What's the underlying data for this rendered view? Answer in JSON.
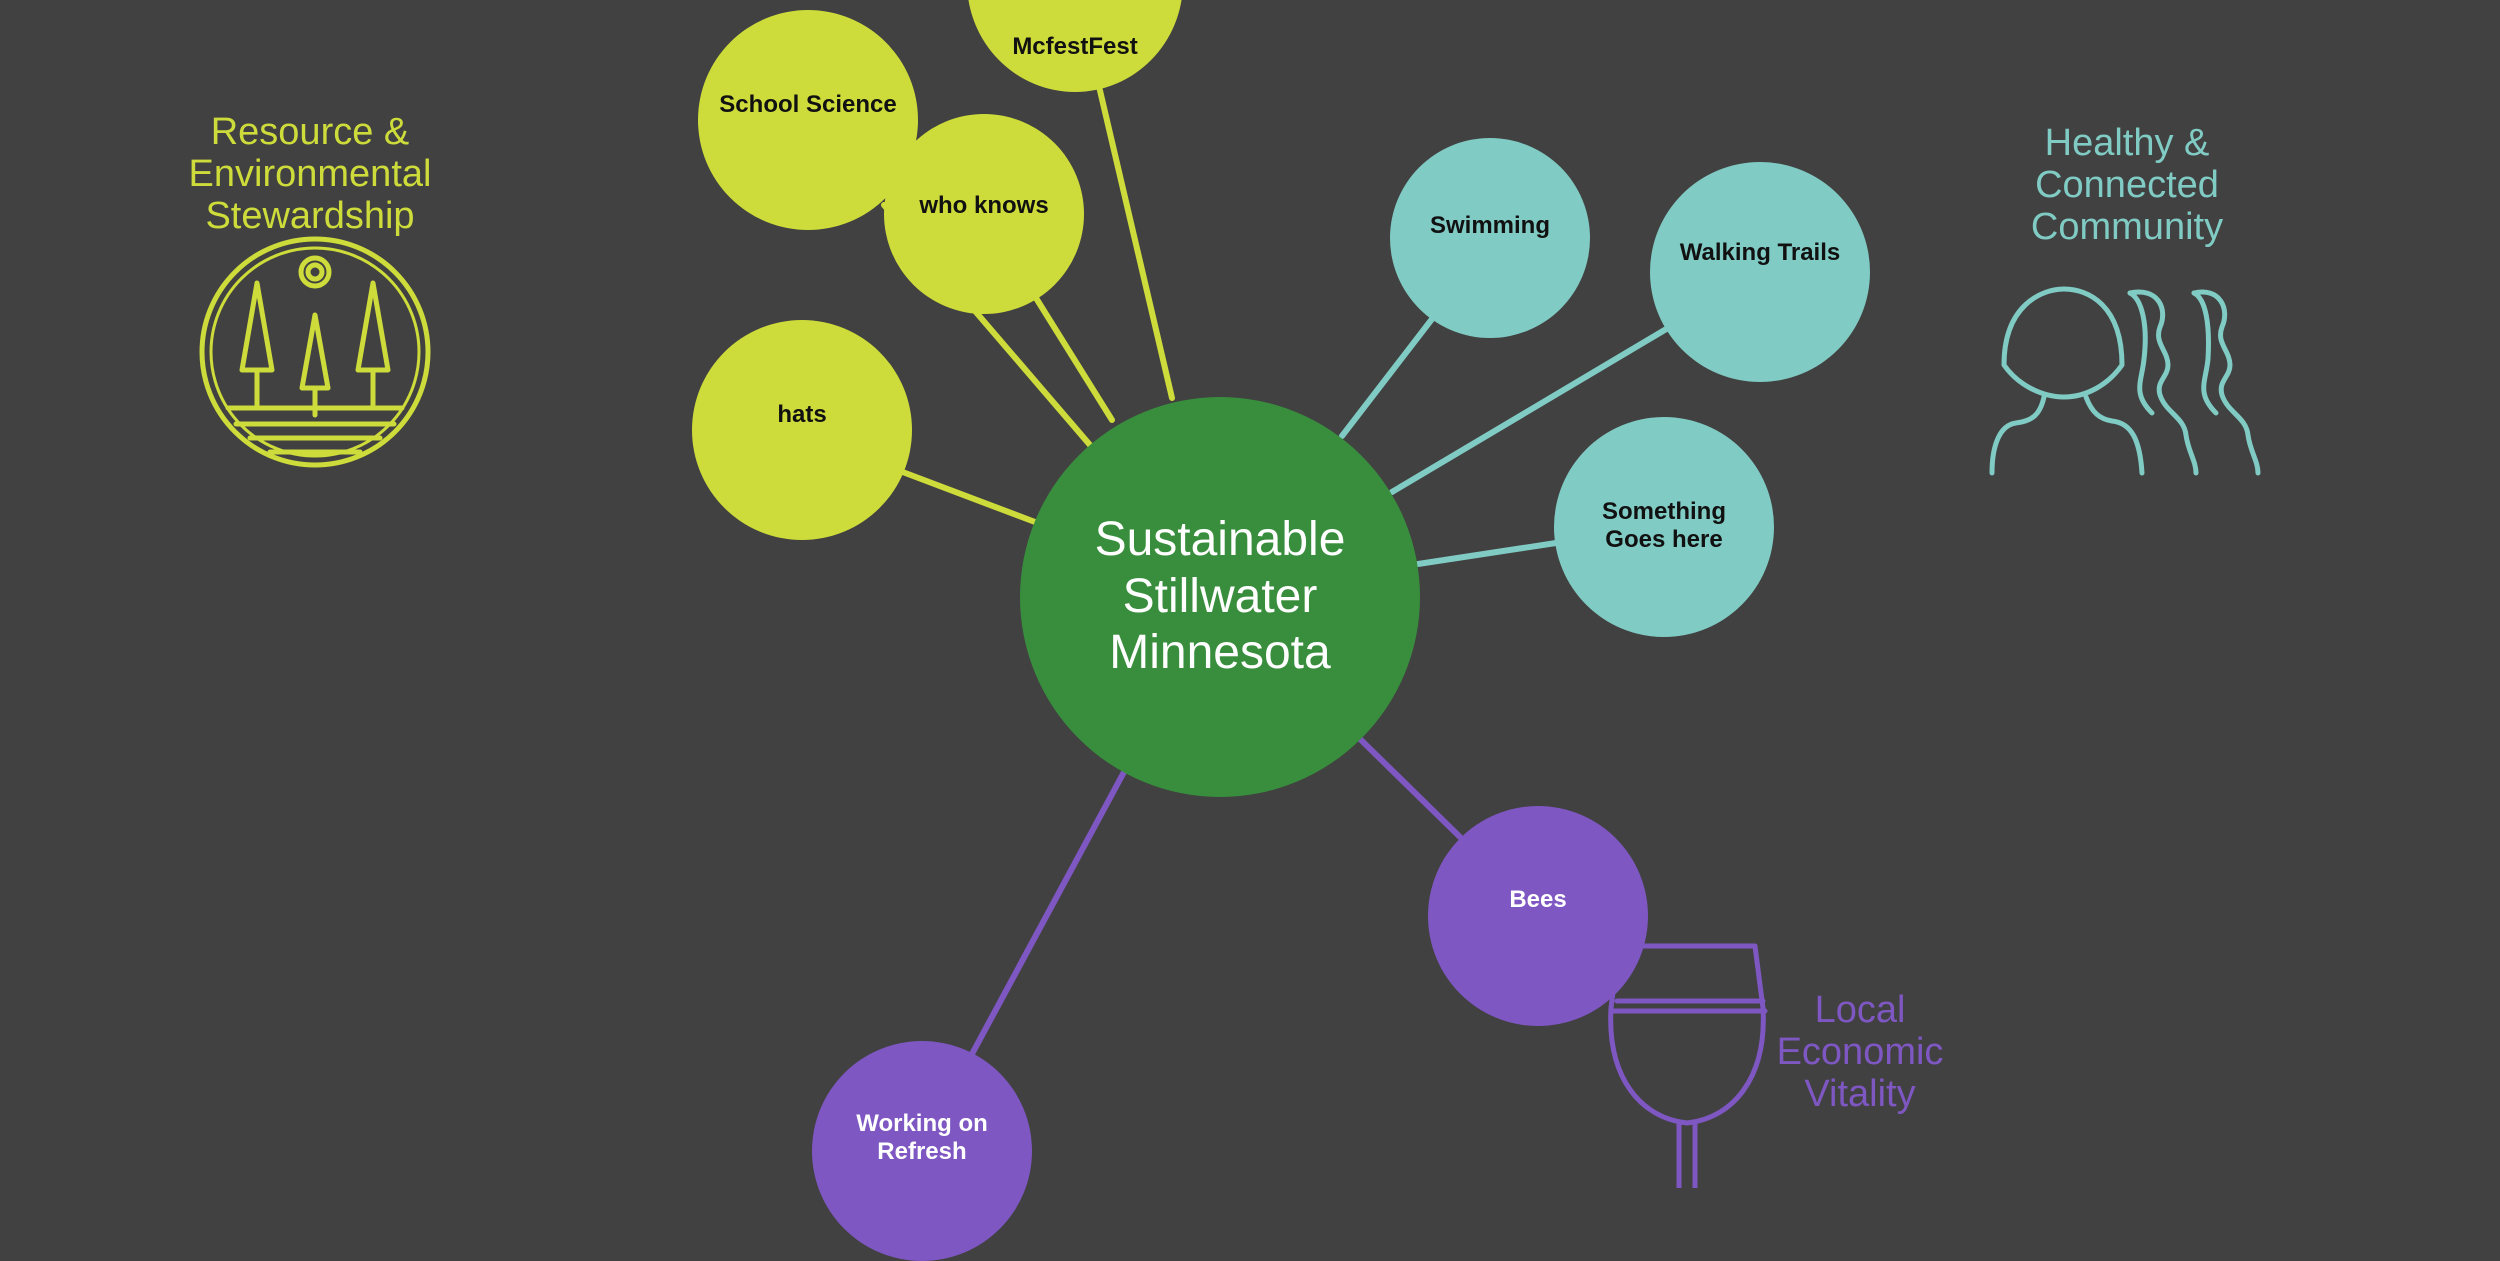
{
  "colors": {
    "background": "#414141",
    "lime": "#cddc3a",
    "teal": "#80cbc4",
    "purple": "#7e57c2",
    "center": "#388e3c"
  },
  "center": {
    "title": "Sustainable\nStillwater\nMinnesota"
  },
  "categories": {
    "resource": {
      "label": "Resource &\nEnvironmental\nStewardship",
      "icon": "forest-badge-icon"
    },
    "healthy": {
      "label": "Healthy &\nConnected\nCommunity",
      "icon": "people-group-icon"
    },
    "economic": {
      "label": "Local\nEconomic\nVitality",
      "icon": "wine-glass-icon"
    }
  },
  "nodes": {
    "mcfestfest": "McfestFest",
    "school_science": "School Science",
    "who_knows": "who knows",
    "hats": "hats",
    "swimming": "Swimming",
    "walking_trails": "Walking Trails",
    "something": "Something\nGoes here",
    "bees": "Bees",
    "working_on_refresh": "Working on\nRefresh"
  }
}
